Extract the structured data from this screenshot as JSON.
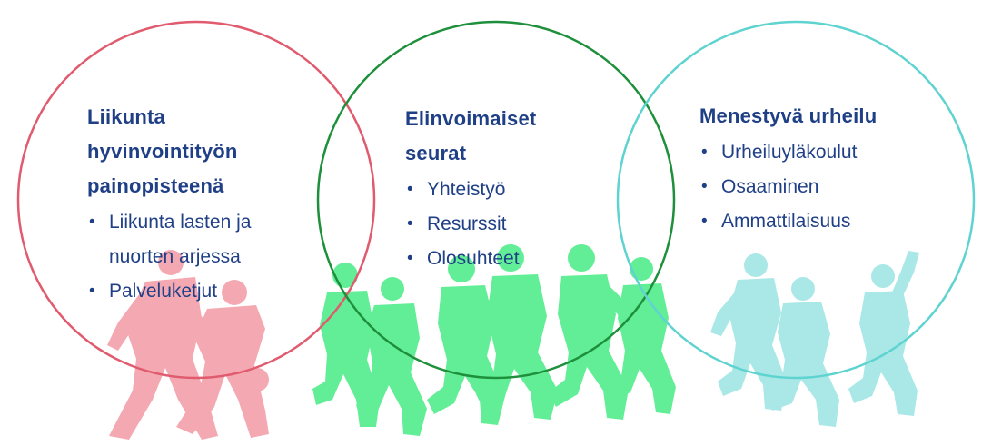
{
  "circles": [
    {
      "id": "left",
      "title": "Liikunta hyvinvointityön painopisteenä",
      "title_lines": [
        "Liikunta",
        "hyvinvointityön",
        "painopisteenä"
      ],
      "bullets": [
        {
          "lines": [
            "Liikunta lasten ja",
            "nuorten arjessa"
          ]
        },
        {
          "lines": [
            "Palveluketjut"
          ]
        }
      ],
      "color": "#e05b6e",
      "silhouette_color": "#f4a9b2"
    },
    {
      "id": "middle",
      "title": "Elinvoimaiset seurat",
      "title_lines": [
        "Elinvoimaiset",
        "seurat"
      ],
      "bullets": [
        {
          "lines": [
            "Yhteistyö"
          ]
        },
        {
          "lines": [
            "Resurssit"
          ]
        },
        {
          "lines": [
            "Olosuhteet"
          ]
        }
      ],
      "color": "#1e8f3b",
      "silhouette_color": "#62ee96"
    },
    {
      "id": "right",
      "title": "Menestyvä urheilu",
      "title_lines": [
        "Menestyvä urheilu"
      ],
      "bullets": [
        {
          "lines": [
            "Urheiluyläkoulut"
          ]
        },
        {
          "lines": [
            "Osaaminen"
          ]
        },
        {
          "lines": [
            "Ammattilaisuus"
          ]
        }
      ],
      "color": "#5fd3d0",
      "silhouette_color": "#a9e8e6"
    }
  ],
  "text_color": "#1f3f86",
  "bullet_glyph": "•"
}
